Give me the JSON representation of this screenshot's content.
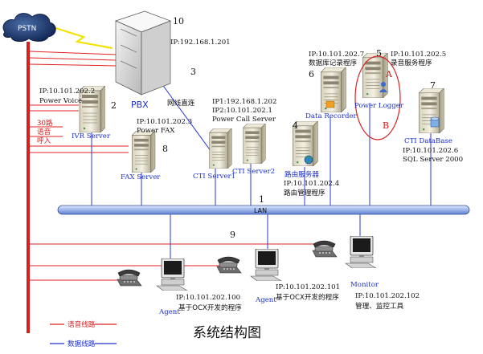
{
  "pstn": {
    "label": "PSTN"
  },
  "pbx": {
    "label": "PBX",
    "number": "10",
    "ip": "IP:192.168.1.201",
    "number2": "3",
    "direct_label": "网线直连"
  },
  "ivr": {
    "number": "2",
    "ip": "IP:10.101.202.2",
    "product": "Power Voice",
    "label": "IVR Server"
  },
  "voice_in": {
    "line1": "30路",
    "line2": "语音",
    "line3": "呼入"
  },
  "fax": {
    "number": "8",
    "ip": "IP:10.101.202.3",
    "product": "Power FAX",
    "label": "FAX Server"
  },
  "cti_server": {
    "ip1": "IP1:192.168.1.202",
    "ip2": "IP2:10.101.202.1",
    "product": "Power Call Server",
    "label1": "CTI  Server1",
    "label2": "CTI  Server2"
  },
  "router": {
    "number": "4",
    "label": "路由服务器",
    "ip": "IP:10.101.202.4",
    "program": "路由管理程序"
  },
  "data_recorder": {
    "number": "6",
    "ip": "IP:10.101.202.7",
    "program": "数据库记录程序",
    "label": "Data Recorder"
  },
  "power_logger": {
    "number": "5",
    "ip": "IP:10.101.202.5",
    "program": "录音服务程序",
    "label": "Power Logger",
    "mark_a": "A",
    "mark_b": "B"
  },
  "cti_db": {
    "number": "7",
    "label": "CTI DataBase",
    "ip": "IP:10.101.202.6",
    "product": "SQL Server 2000"
  },
  "lan": {
    "number": "1",
    "label": "LAN"
  },
  "agents_num": "9",
  "agent1": {
    "ip": "IP:10.101.202.100",
    "label": "Agent",
    "program": "基于OCX开发的程序"
  },
  "agent2": {
    "ip": "IP:10.101.202.101",
    "label": "Agent",
    "program": "基于OCX开发的程序"
  },
  "monitor": {
    "label": "Monitor",
    "ip": "IP:10.101.202.102",
    "program": "管理、监控工具"
  },
  "legend": {
    "voice": "语音线路",
    "data": "数据线路",
    "voice_color": "#e02020",
    "data_color": "#2233cc"
  },
  "title": "系统结构图"
}
